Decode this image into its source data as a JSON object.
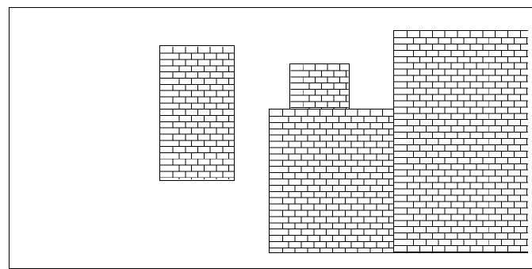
{
  "scene": {
    "kind": "brick-wall-blocks",
    "pattern": "running-bond-brick",
    "stroke_color": "#000000",
    "fill_color": "#ffffff",
    "blocks": [
      {
        "id": "left-tall"
      },
      {
        "id": "small-top"
      },
      {
        "id": "middle-wide"
      },
      {
        "id": "right-tall"
      }
    ]
  }
}
